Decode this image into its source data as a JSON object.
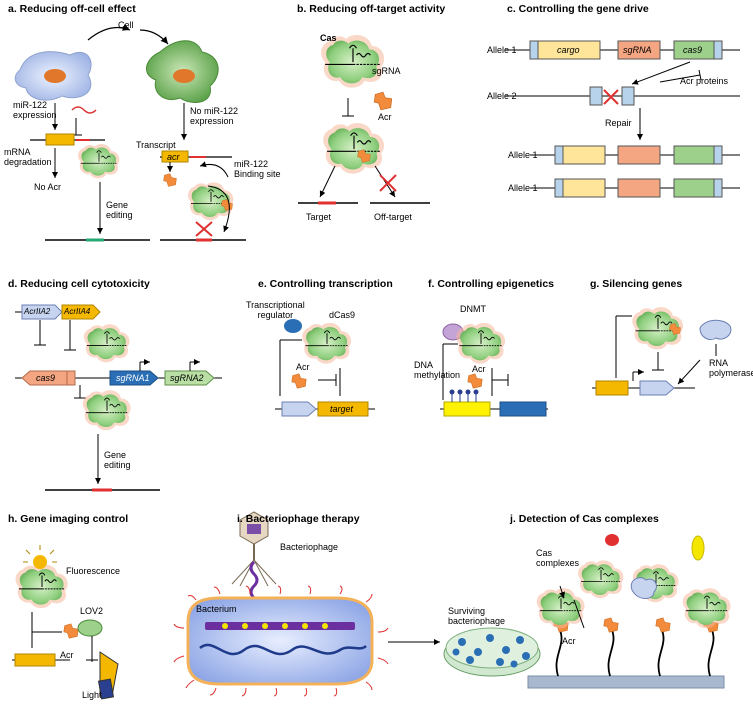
{
  "panels": {
    "a": {
      "title": "a. Reducing off-cell effect",
      "cell": "Cell",
      "mir_expr": "miR-122\nexpression",
      "mrna_deg": "mRNA\ndegradation",
      "no_acr": "No Acr",
      "gene_editing": "Gene\nediting",
      "no_mir": "No miR-122\nexpression",
      "transcript": "Transcript",
      "acr": "acr",
      "binding": "miR-122\nBinding site"
    },
    "b": {
      "title": "b. Reducing off-target activity",
      "cas": "Cas",
      "sgrna": "sgRNA",
      "acr": "Acr",
      "target": "Target",
      "off_target": "Off-target"
    },
    "c": {
      "title": "c. Controlling the gene drive",
      "allele1": "Allele 1",
      "allele2": "Allele 2",
      "cargo": "cargo",
      "sgrna": "sgRNA",
      "cas9": "cas9",
      "acr_proteins": "Acr proteins",
      "repair": "Repair",
      "allele1b": "Allele 1",
      "allele1c": "Allele 1"
    },
    "d": {
      "title": "d. Reducing cell cytotoxicity",
      "acriia2": "AcrIIA2",
      "acriia4": "AcrIIA4",
      "cas9": "cas9",
      "sgrna1": "sgRNA1",
      "sgrna2": "sgRNA2",
      "gene_editing": "Gene\nediting"
    },
    "e": {
      "title": "e. Controlling transcription",
      "regulator": "Transcriptional\nregulator",
      "dcas9": "dCas9",
      "acr": "Acr",
      "target": "target"
    },
    "f": {
      "title": "f. Controlling epigenetics",
      "dnmt": "DNMT",
      "methylation": "DNA\nmethylation",
      "acr": "Acr"
    },
    "g": {
      "title": "g. Silencing genes",
      "rnap": "RNA\npolymerase"
    },
    "h": {
      "title": "h. Gene imaging control",
      "fluorescence": "Fluorescence",
      "lov2": "LOV2",
      "acr": "Acr",
      "light": "Light"
    },
    "i": {
      "title": "i. Bacteriophage therapy",
      "phage": "Bacteriophage",
      "bacterium": "Bacterium",
      "surviving": "Surviving\nbacteriophage"
    },
    "j": {
      "title": "j. Detection of Cas complexes",
      "complexes": "Cas\ncomplexes",
      "acr": "Acr"
    }
  },
  "colors": {
    "cas_green": "#8fcf7f",
    "cas_glow": "#f6b89a",
    "acr_orange": "#f28c3c",
    "gene_yellow": "#f5b800",
    "cargo": "#ffe59a",
    "sgrna_box": "#f4a582",
    "cas9_box": "#9dd18b",
    "flank": "#b7d3ec",
    "red": "#e03030",
    "blue": "#2a6fb5"
  }
}
